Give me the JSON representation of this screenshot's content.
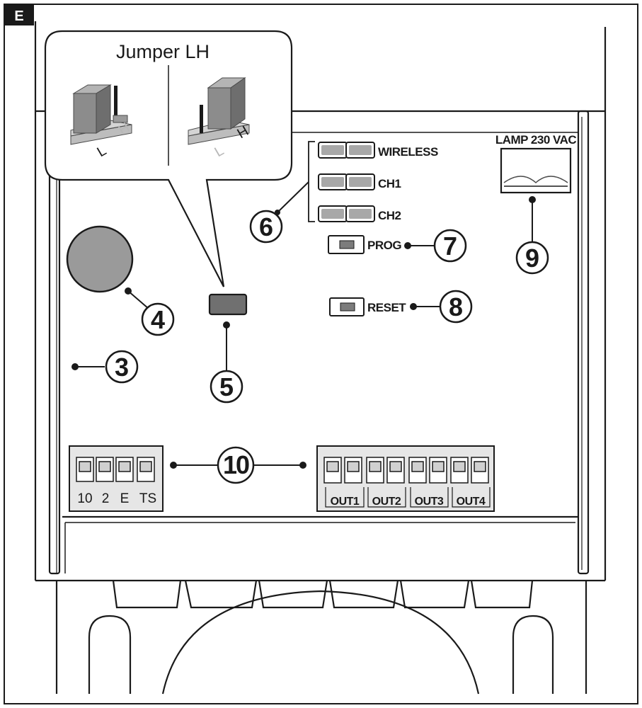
{
  "figure_tag": "E",
  "callout": {
    "title": "Jumper LH",
    "left_jumper": {
      "letter_low": "L",
      "letter_high": "H"
    },
    "right_jumper": {
      "letter_low": "L",
      "letter_high": "H"
    }
  },
  "leds": [
    {
      "label": "WIRELESS"
    },
    {
      "label": "CH1"
    },
    {
      "label": "CH2"
    }
  ],
  "buttons": {
    "prog": "PROG",
    "reset": "RESET"
  },
  "lamp_terminal": "LAMP 230 VAC",
  "terminal_left": [
    "10",
    "2",
    "E",
    "TS"
  ],
  "terminal_right": [
    "OUT1",
    "OUT2",
    "OUT3",
    "OUT4"
  ],
  "callout_numbers": {
    "n3": "3",
    "n4": "4",
    "n5": "5",
    "n6": "6",
    "n7": "7",
    "n8": "8",
    "n9": "9",
    "n10": "10"
  },
  "colors": {
    "line": "#1a1a1a",
    "module_gray": "#9a9a9a",
    "led_fill": "#a8a8a8",
    "button_fill": "#7c7c7c",
    "terminal_fill": "#e6e6e6"
  }
}
